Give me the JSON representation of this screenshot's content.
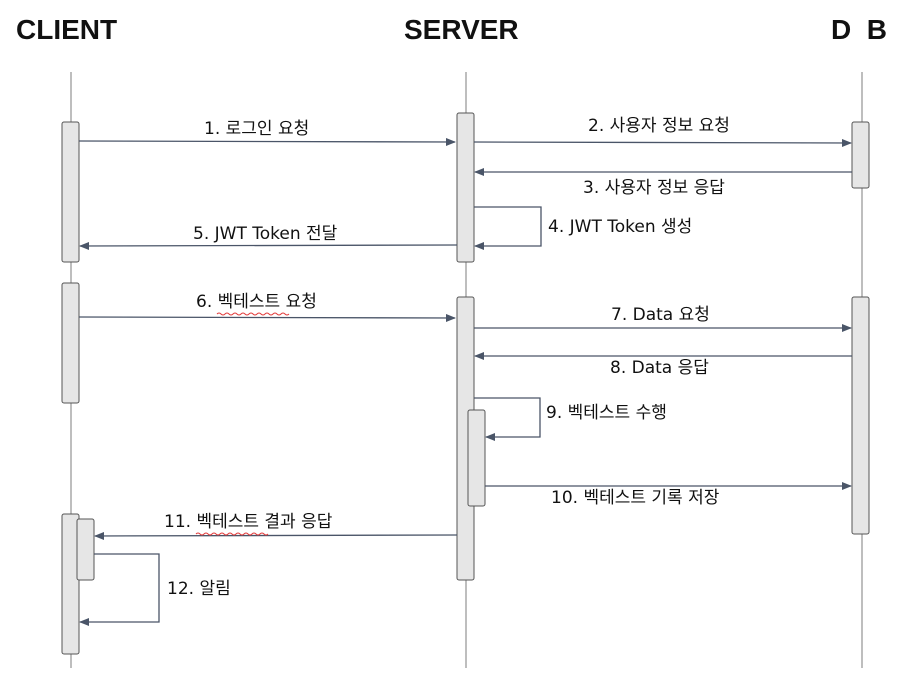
{
  "actors": {
    "client": "CLIENT",
    "server": "SERVER",
    "db": "D  B"
  },
  "messages": {
    "m1": "1. 로그인 요청",
    "m2": "2. 사용자 정보 요청",
    "m3": "3. 사용자 정보 응답",
    "m4": "4. JWT Token 생성",
    "m5": "5. JWT Token 전달",
    "m6": "6. 벡테스트 요청",
    "m7": "7. Data 요청",
    "m8": "8. Data 응답",
    "m9": "9. 벡테스트 수행",
    "m10": "10. 벡테스트 기록 저장",
    "m11": "11. 벡테스트 결과 응답",
    "m12": "12. 알림"
  },
  "colors": {
    "lifeline": "#a9a9a9",
    "activation_fill": "#e6e6e6",
    "activation_stroke": "#555555",
    "arrow": "#4a5568",
    "spellcheck": "#e23b3b"
  }
}
